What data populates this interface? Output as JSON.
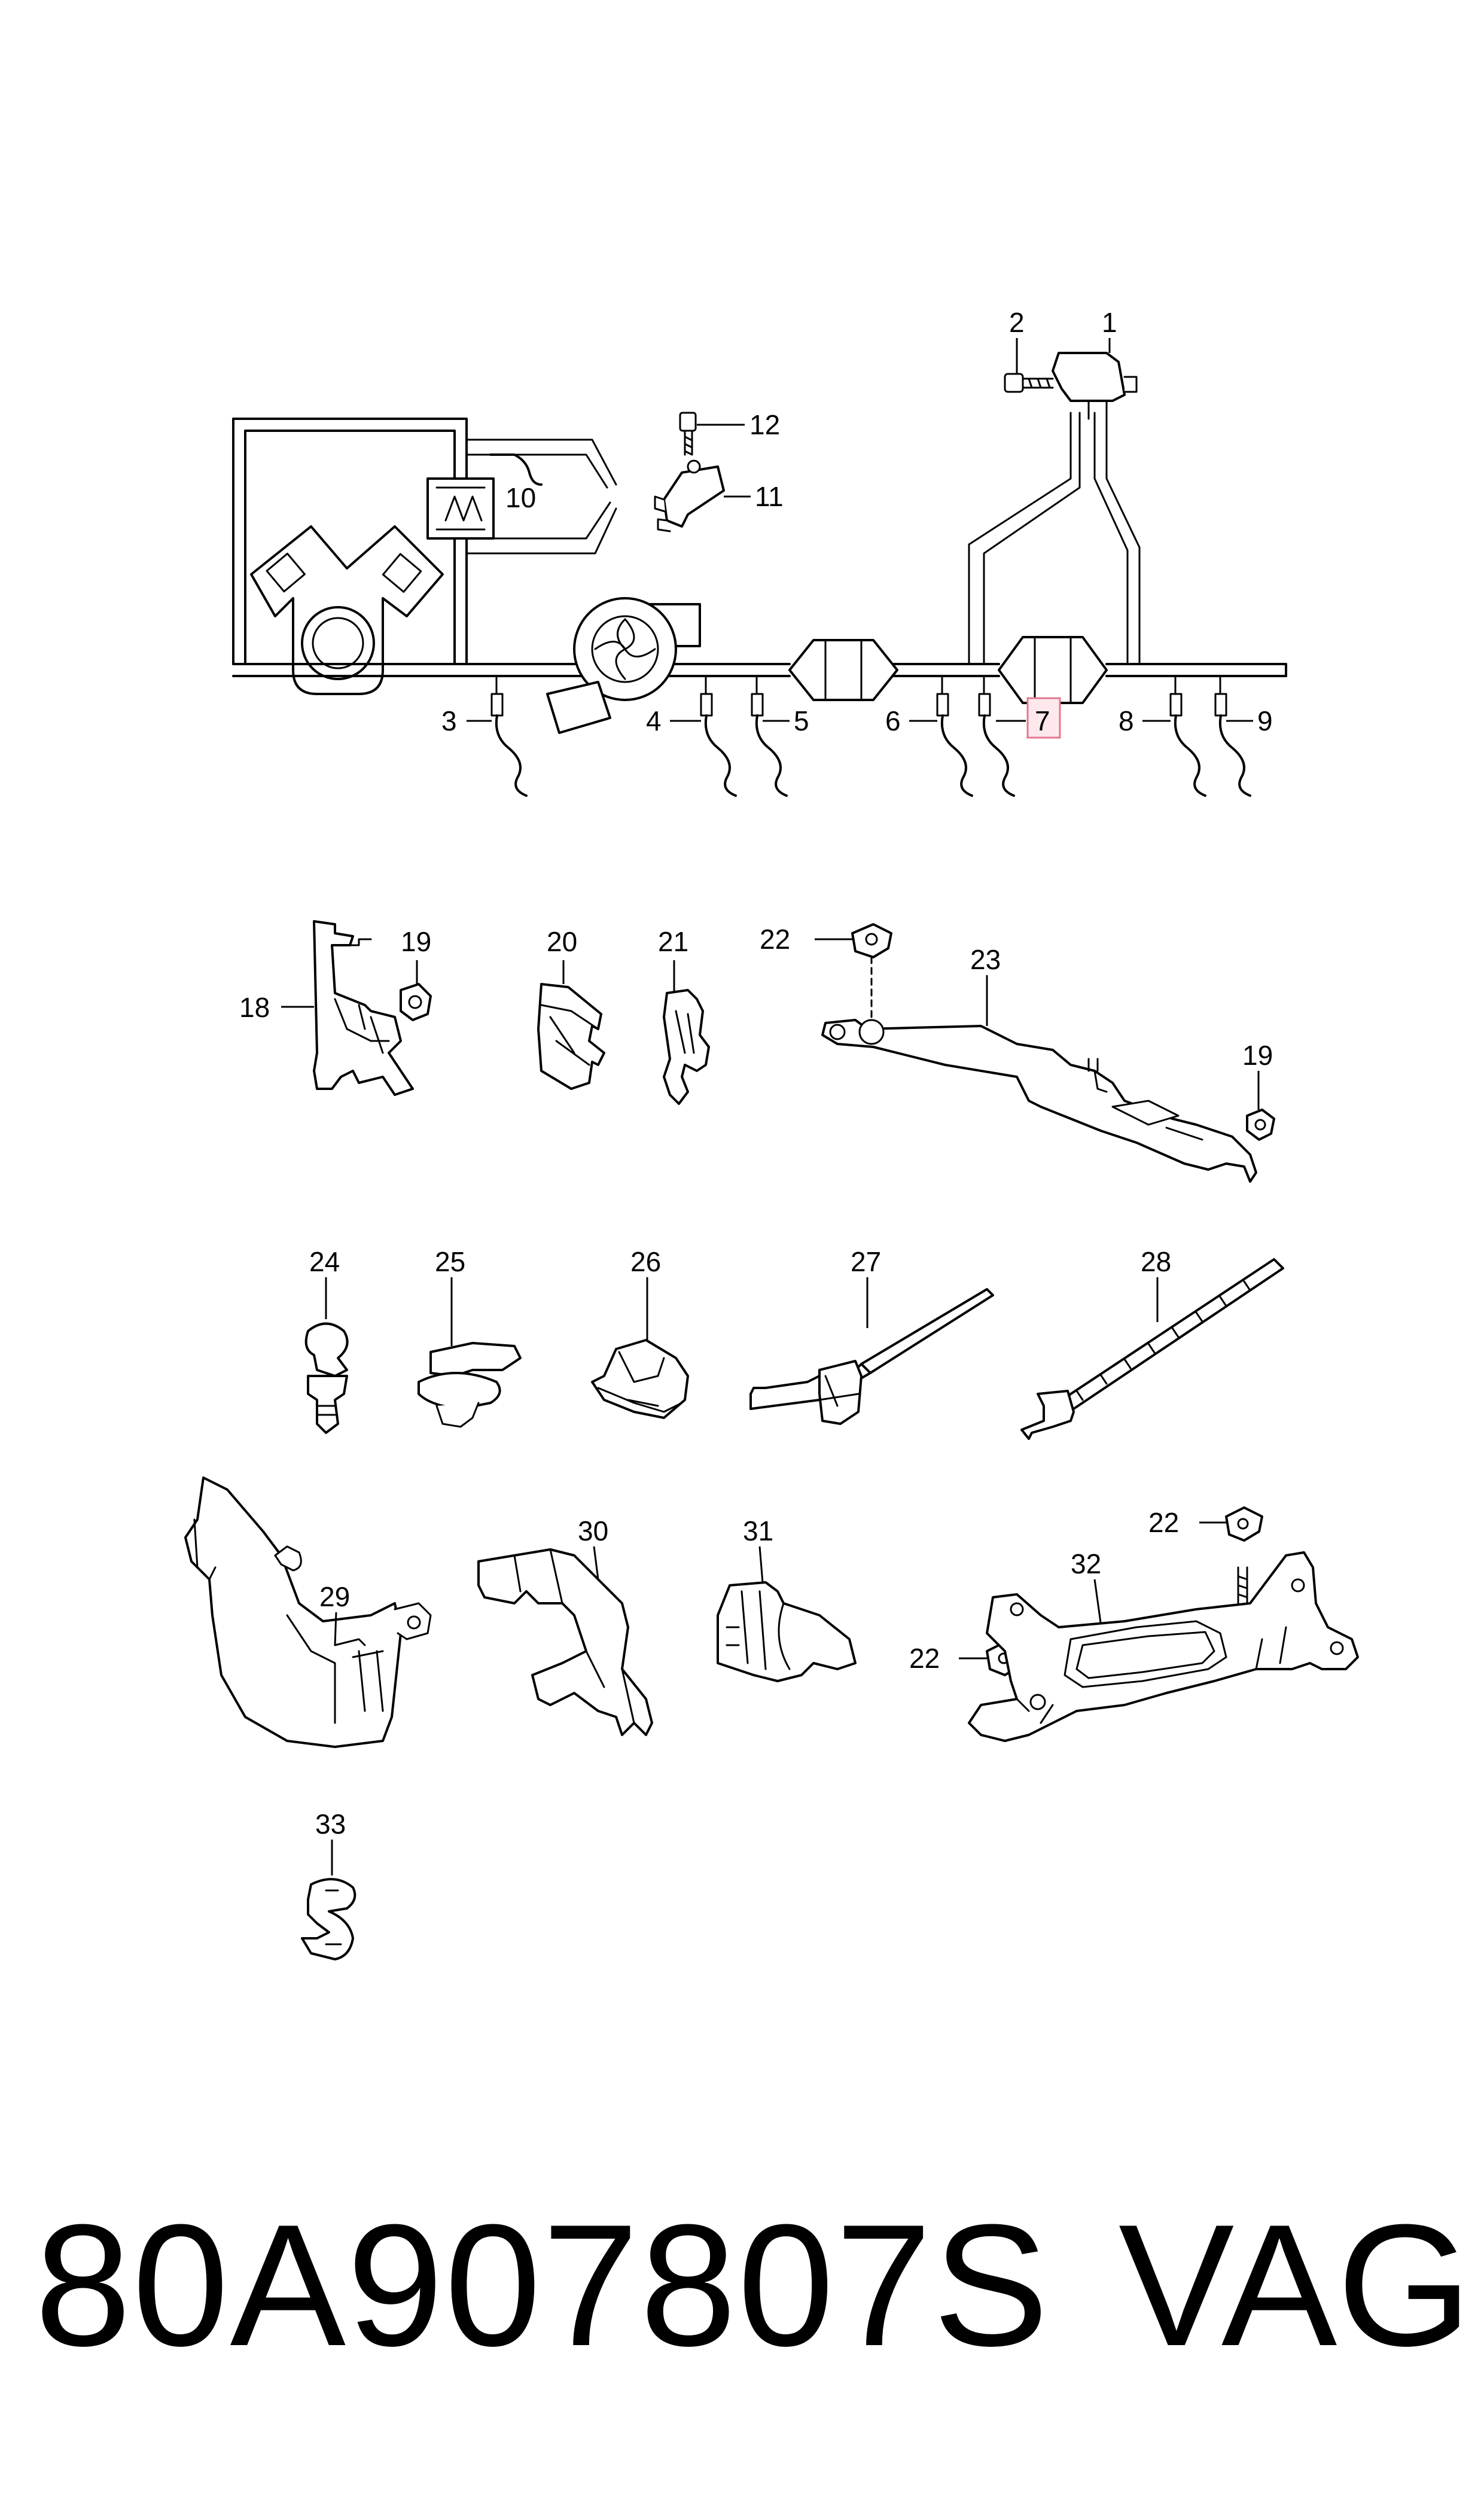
{
  "callouts": {
    "c1": "1",
    "c2": "2",
    "c3": "3",
    "c4": "4",
    "c5": "5",
    "c6": "6",
    "c7": "7",
    "c8": "8",
    "c9": "9",
    "c10": "10",
    "c11": "11",
    "c12": "12",
    "c18": "18",
    "c19a": "19",
    "c19b": "19",
    "c20": "20",
    "c21": "21",
    "c22a": "22",
    "c22b": "22",
    "c22c": "22",
    "c23": "23",
    "c24": "24",
    "c25": "25",
    "c26": "26",
    "c27": "27",
    "c28": "28",
    "c29": "29",
    "c30": "30",
    "c31": "31",
    "c32": "32",
    "c33": "33"
  },
  "footer": {
    "part_number": "80A907807S",
    "brand": "VAG"
  },
  "colors": {
    "line": "#000000",
    "background": "#ffffff",
    "highlight_fill": "#ffe8ec",
    "highlight_border": "#e2788e"
  },
  "highlighted_callout": "7"
}
